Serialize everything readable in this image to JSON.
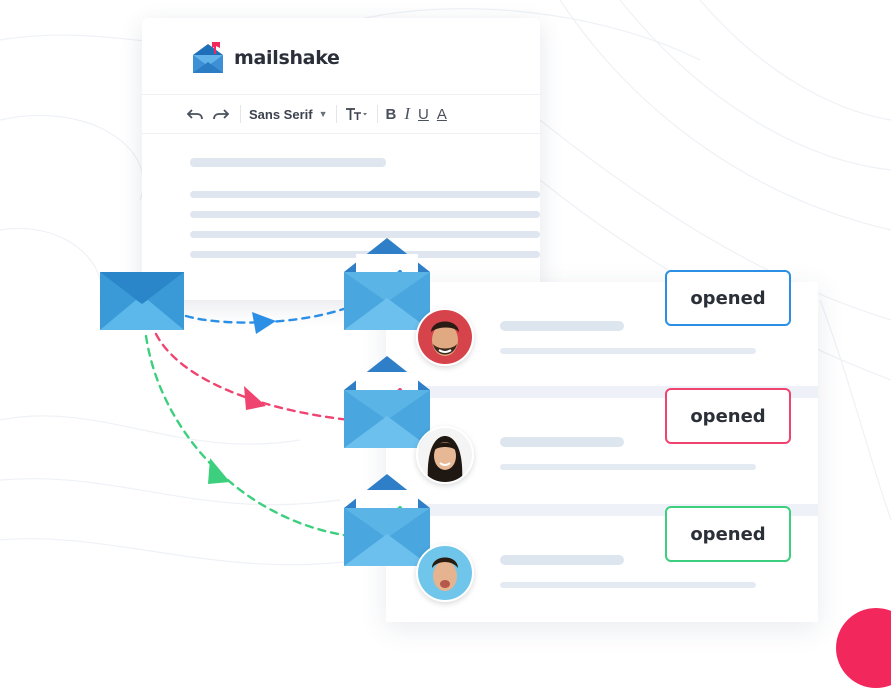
{
  "brand": {
    "name": "mailshake",
    "logo_icon": "mailshake-envelope-logo"
  },
  "toolbar": {
    "undo_icon": "undo-icon",
    "redo_icon": "redo-icon",
    "font_family": "Sans Serif",
    "text_size_icon": "text-size-icon",
    "bold_label": "B",
    "italic_label": "I",
    "underline_label": "U",
    "color_label": "A"
  },
  "recipients": [
    {
      "status": "opened",
      "color": "#2b8fe6"
    },
    {
      "status": "opened",
      "color": "#ef4470"
    },
    {
      "status": "opened",
      "color": "#3ccf7d"
    }
  ],
  "colors": {
    "blue": "#2b8fe6",
    "red": "#ef4470",
    "green": "#3ccf7d",
    "envelope_dark": "#2f7fc8",
    "envelope_light": "#5bb4e6",
    "accent_pink": "#f2285d"
  }
}
